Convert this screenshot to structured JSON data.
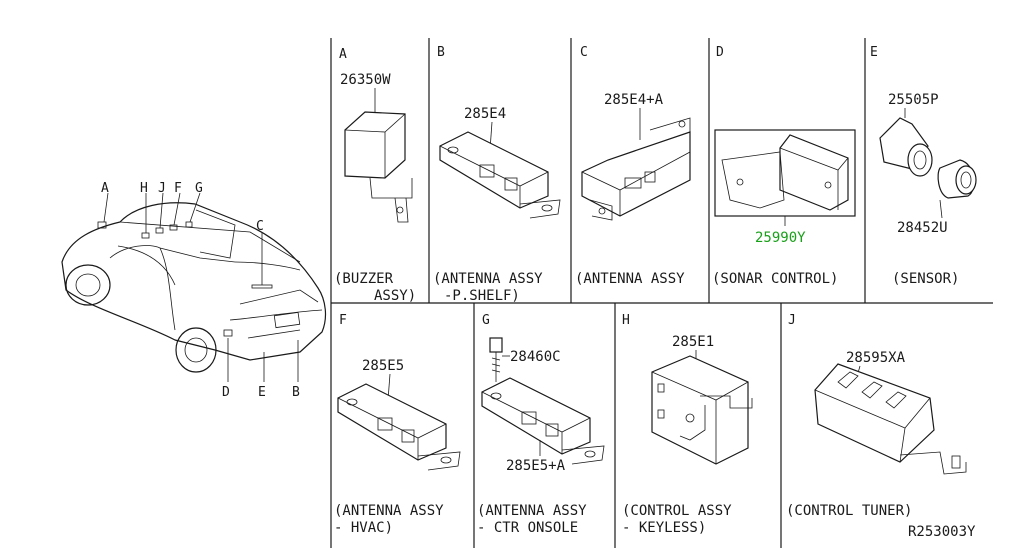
{
  "car": {
    "callouts": [
      "A",
      "H",
      "J",
      "F",
      "G",
      "C",
      "D",
      "E",
      "B"
    ]
  },
  "panels": [
    {
      "id": "A",
      "part_numbers": [
        "26350W"
      ],
      "caption": [
        "(BUZZER",
        "ASSY)"
      ]
    },
    {
      "id": "B",
      "part_numbers": [
        "285E4"
      ],
      "caption": [
        "(ANTENNA ASSY",
        "-P.SHELF)"
      ]
    },
    {
      "id": "C",
      "part_numbers": [
        "285E4+A"
      ],
      "caption": [
        "(ANTENNA ASSY"
      ]
    },
    {
      "id": "D",
      "part_numbers": [
        "25990Y"
      ],
      "caption": [
        "(SONAR CONTROL)"
      ],
      "highlight_color": "#19a019"
    },
    {
      "id": "E",
      "part_numbers": [
        "25505P",
        "28452U"
      ],
      "caption": [
        "(SENSOR)"
      ]
    },
    {
      "id": "F",
      "part_numbers": [
        "285E5"
      ],
      "caption": [
        "(ANTENNA ASSY",
        "- HVAC)"
      ]
    },
    {
      "id": "G",
      "part_numbers": [
        "28460C",
        "285E5+A"
      ],
      "caption": [
        "(ANTENNA ASSY",
        "- CTR ONSOLE"
      ]
    },
    {
      "id": "H",
      "part_numbers": [
        "285E1"
      ],
      "caption": [
        "(CONTROL ASSY",
        "- KEYLESS)"
      ]
    },
    {
      "id": "J",
      "part_numbers": [
        "28595XA"
      ],
      "caption": [
        "(CONTROL TUNER)"
      ]
    }
  ],
  "diagram_code": "R253003Y"
}
